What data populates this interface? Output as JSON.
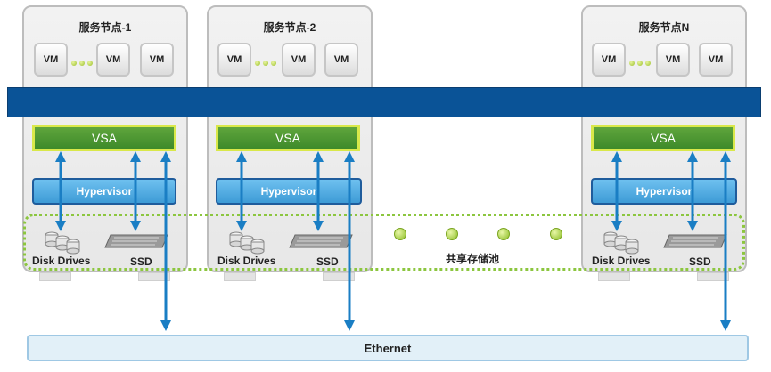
{
  "nodes": [
    {
      "title": "服务节点-1",
      "vms": [
        "VM",
        "VM",
        "VM"
      ],
      "vsa": "VSA",
      "hypervisor": "Hypervisor",
      "disk_label": "Disk Drives",
      "ssd_label": "SSD"
    },
    {
      "title": "服务节点-2",
      "vms": [
        "VM",
        "VM",
        "VM"
      ],
      "vsa": "VSA",
      "hypervisor": "Hypervisor",
      "disk_label": "Disk Drives",
      "ssd_label": "SSD"
    },
    {
      "title": "服务节点N",
      "vms": [
        "VM",
        "VM",
        "VM"
      ],
      "vsa": "VSA",
      "hypervisor": "Hypervisor",
      "disk_label": "Disk Drives",
      "ssd_label": "SSD"
    }
  ],
  "shared_pool_label": "共享存储池",
  "ethernet_label": "Ethernet",
  "colors": {
    "network_bar": "#0a5397",
    "vsa": "#4a9632",
    "vsa_border": "#d9e84a",
    "hypervisor": "#4fa8e0",
    "pool_border": "#8cc63f",
    "arrow": "#1a7ec4",
    "ethernet_bg": "#e2f0f8"
  },
  "icons": [
    "disk-drives-icon",
    "ssd-icon",
    "bidirectional-arrow-icon"
  ]
}
